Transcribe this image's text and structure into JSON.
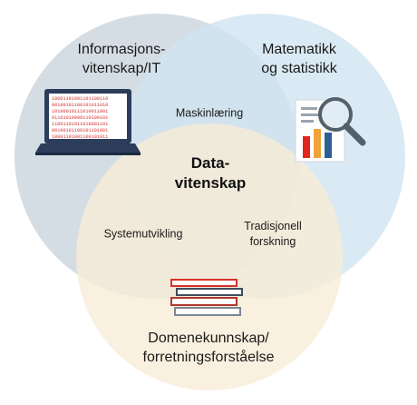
{
  "diagram": {
    "circles": {
      "it": {
        "label_lines": [
          "Informasjons-",
          "vitenskap/IT"
        ],
        "color": "#c9d3dc"
      },
      "math": {
        "label_lines": [
          "Matematikk",
          "og statistikk"
        ],
        "color": "#cfe4f1"
      },
      "domain": {
        "label_lines": [
          "Domenekunnskap/",
          "forretningsforståelse"
        ],
        "color": "#f8ecd6"
      }
    },
    "overlaps": {
      "it_math": "Maskinlæring",
      "it_domain": "Systemutvikling",
      "math_domain": [
        "Tradisjonell",
        "forskning"
      ]
    },
    "center": [
      "Data-",
      "vitenskap"
    ],
    "icons": {
      "laptop": "laptop-binary-icon",
      "report": "report-magnifier-icon",
      "books": "books-stack-icon"
    },
    "binary_text": "10001101001\n00100101100\n10100010111\n01101010000\n11001101011\n00100101100\n10001101001"
  }
}
